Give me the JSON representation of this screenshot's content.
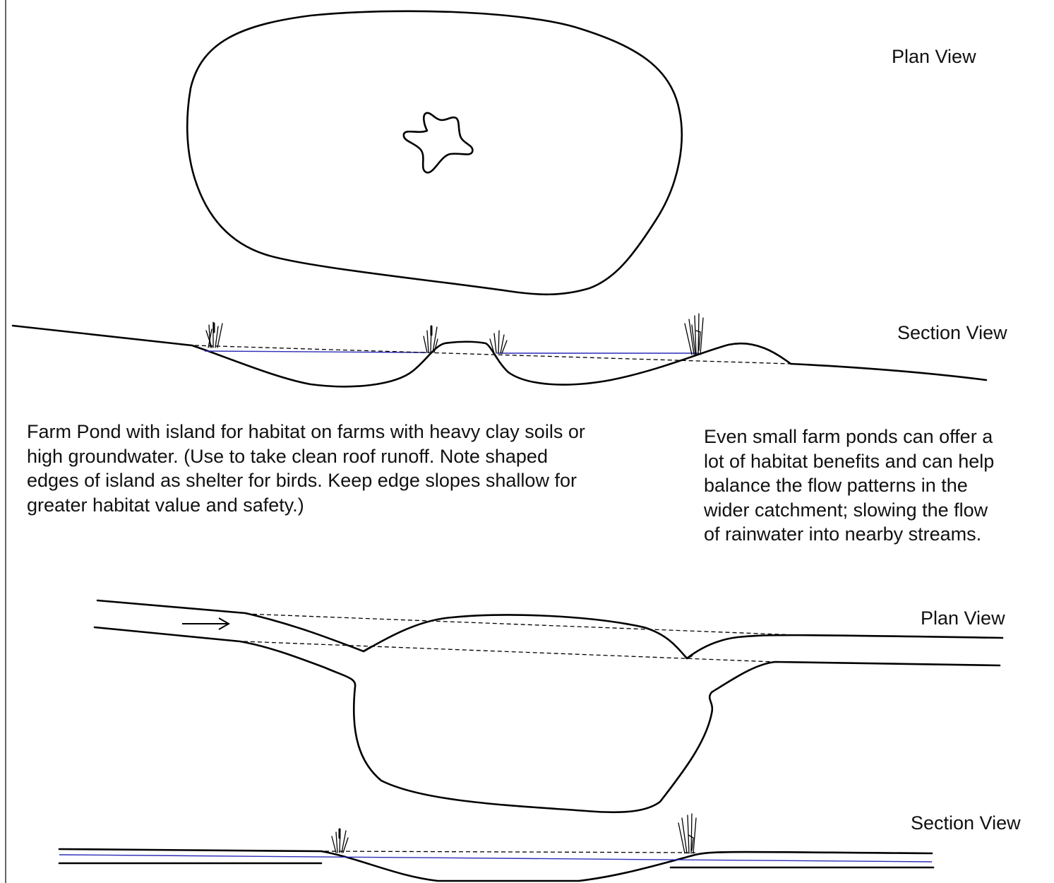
{
  "labels": {
    "plan_view_top": "Plan View",
    "section_view_top": "Section View",
    "plan_view_bottom": "Plan View",
    "section_view_bottom": "Section View"
  },
  "descriptions": {
    "farm_pond": "Farm Pond with island for habitat on farms with heavy clay soils or\nhigh groundwater. (Use to take clean roof runoff. Note shaped\nedges of island as shelter for birds. Keep edge slopes shallow for\ngreater habitat value and safety.)",
    "benefits": "Even small farm ponds can offer a\nlot of habitat benefits and can help\nbalance the flow patterns in the\nwider catchment; slowing the flow\nof rainwater into nearby streams."
  },
  "colors": {
    "line": "#000000",
    "water_line": "#2d2db8",
    "background": "#ffffff"
  },
  "icons": {
    "island": "star-shaped-island",
    "vegetation": "reed-clump",
    "flow": "arrow-right"
  }
}
